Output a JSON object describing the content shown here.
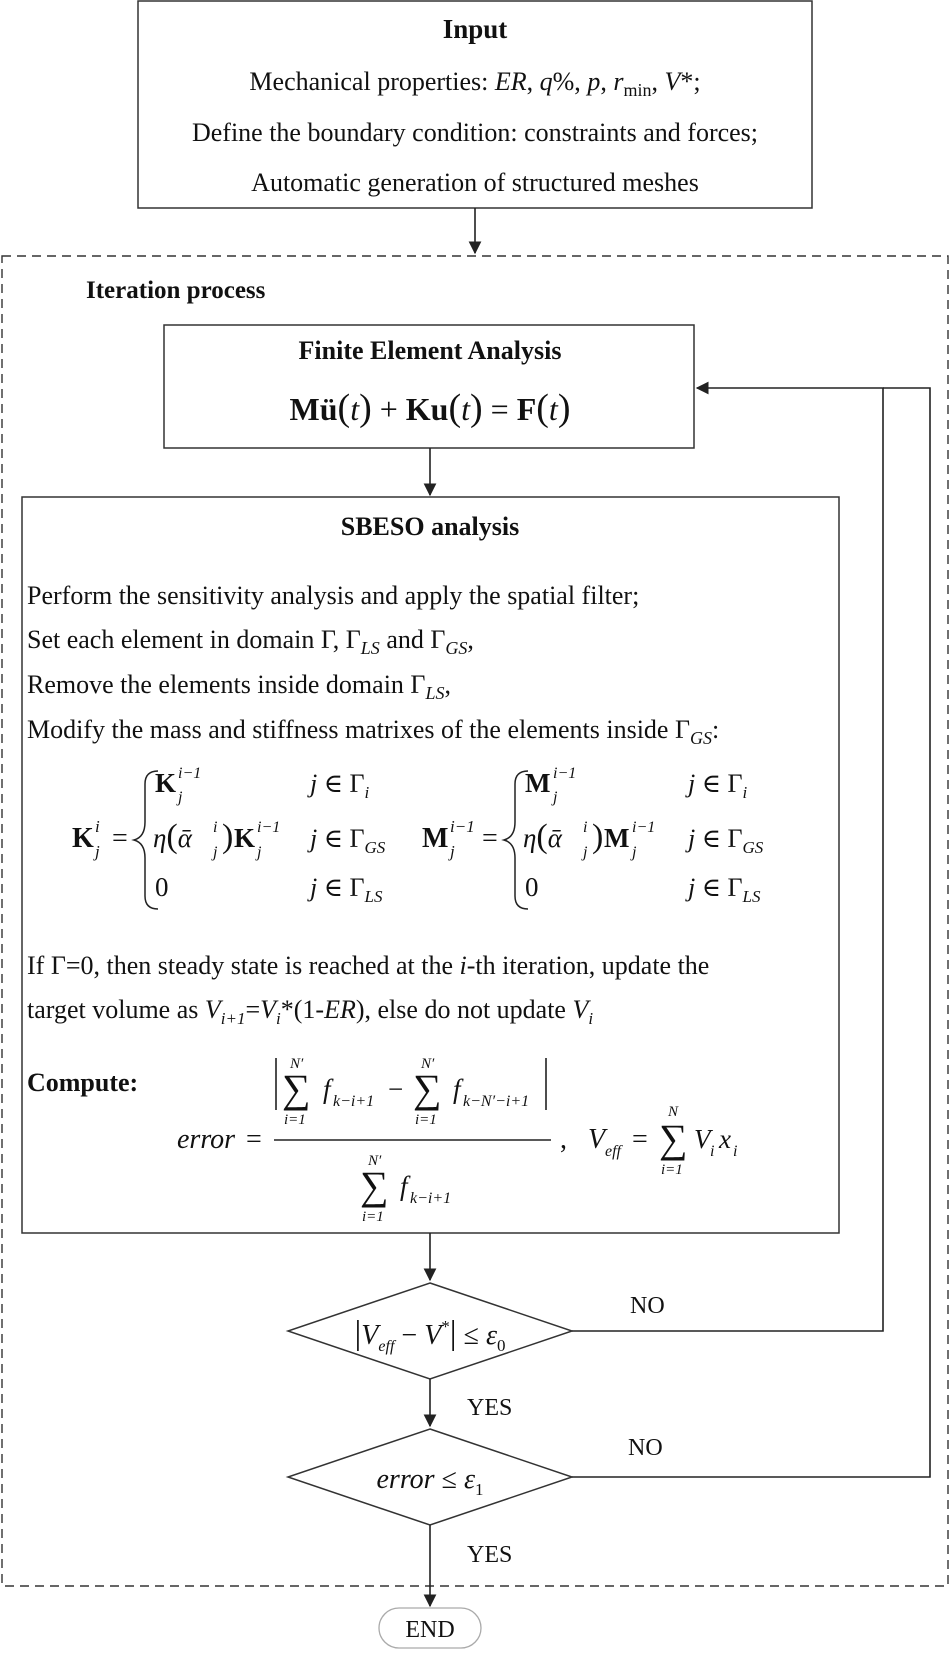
{
  "input": {
    "title": "Input",
    "line1_prefix": "Mechanical properties: ",
    "line1_er": "ER",
    "line1_q": "q",
    "line1_qsuffix": "%,  ",
    "line1_p": "p",
    "line1_sep": ",  ",
    "line1_r": "r",
    "line1_rsub": "min",
    "line1_comma": ", ",
    "line1_v": "V",
    "line1_vsuffix": "*;",
    "line2": "Define the  boundary condition: constraints and forces;",
    "line3": "Automatic generation of structured meshes"
  },
  "iteration": {
    "title": "Iteration process"
  },
  "fea": {
    "title": "Finite Element Analysis",
    "eq_m": "Mü",
    "eq_t1": "t",
    "eq_plus": " + ",
    "eq_k": "Ku",
    "eq_t2": "t",
    "eq_eq": " = ",
    "eq_f": "F",
    "eq_t3": "t"
  },
  "sbeso": {
    "title": "SBESO analysis",
    "line1": "Perform the sensitivity analysis and apply the spatial filter;",
    "line2_prefix": "Set each element in domain Γ, Γ",
    "line2_ls": "LS",
    "line2_mid": " and Γ",
    "line2_gs": "GS",
    "line2_end": ",",
    "line3_prefix": "Remove the elements inside domain Γ",
    "line3_ls": "LS",
    "line3_end": ",",
    "line4_prefix": "Modify the mass and stiffness matrixes of the elements inside Γ",
    "line4_gs": "GS",
    "line4_end": ":",
    "k_lhs": "K",
    "k_lhs_sub": "j",
    "k_lhs_sup": "i",
    "k_case1": "K",
    "k_case1_sub": "j",
    "k_case1_sup": "i−1",
    "k_case2_eta": "η",
    "k_case2_alpha": "ᾱ",
    "k_case2_asub": "j",
    "k_case2_asup": "i",
    "k_case2_k": "K",
    "k_case2_ksub": "j",
    "k_case2_ksup": "i−1",
    "k_case3": "0",
    "cond1_j": "j",
    "cond1_in": " ∈ Γ",
    "cond1_sub": "i",
    "cond2_sub": "GS",
    "cond3_sub": "LS",
    "m_lhs": "M",
    "m_lhs_sub": "j",
    "m_lhs_sup": "i−1",
    "m_case1": "M",
    "m_case1_sub": "j",
    "m_case1_sup": "i−1",
    "m_case2_m": "M",
    "m_case2_msub": "j",
    "m_case2_msup": "i−1",
    "eq_sign": "=",
    "steady1_a": "If Γ=0, then steady state is reached at the ",
    "steady1_i": "i",
    "steady1_b": "-th iteration, update the",
    "steady2_a": "target volume as ",
    "steady2_v1": "V",
    "steady2_v1sub": "i+1",
    "steady2_eq": "=",
    "steady2_v2": "V",
    "steady2_v2sub": "i",
    "steady2_mid": "*(1-",
    "steady2_er": "ER",
    "steady2_end": "), else do not update ",
    "steady2_v3": "V",
    "steady2_v3sub": "i",
    "compute": "Compute:",
    "err_lhs": "error",
    "sum": "∑",
    "sum_lower": "i=1",
    "sum_upper": "N′",
    "f": "f",
    "f_sub1": "k−i+1",
    "minus": "−",
    "f_sub2": "k−N′−i+1",
    "veff_comma": ",",
    "veff_v": "V",
    "veff_sub": "eff",
    "veff_upper": "N",
    "veff_vi": "V",
    "veff_visub": "i",
    "veff_x": "x",
    "veff_xsub": "i"
  },
  "decision1": {
    "v": "V",
    "vsub": "eff",
    "minus": " − ",
    "vstar": "V",
    "vstar_sup": "*",
    "leq": " ≤ ",
    "eps": "ε",
    "eps_sub": "0",
    "no": "NO",
    "yes": "YES"
  },
  "decision2": {
    "err": "error",
    "leq": " ≤ ",
    "eps": "ε",
    "eps_sub": "1",
    "no": "NO",
    "yes": "YES"
  },
  "end": {
    "label": "END"
  }
}
